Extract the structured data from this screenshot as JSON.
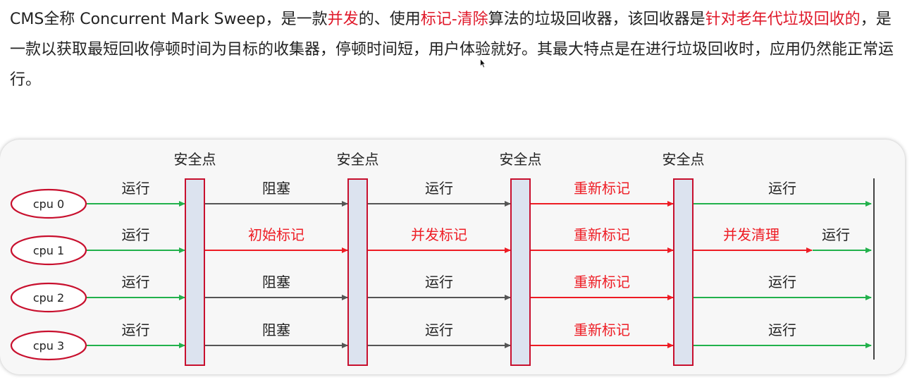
{
  "intro": {
    "segments": [
      {
        "text": "CMS全称 Concurrent Mark Sweep，是一款",
        "highlight": false
      },
      {
        "text": "并发",
        "highlight": true
      },
      {
        "text": "的、使用",
        "highlight": false
      },
      {
        "text": "标记-清除",
        "highlight": true
      },
      {
        "text": "算法的垃圾回收器，该回收器是",
        "highlight": false
      },
      {
        "text": "针对老年代垃圾回收的",
        "highlight": true
      },
      {
        "text": "，是一款以获取最短回收停顿时间为目标的收集器，停顿时间短，用户体验就好。其最大特点是在进行垃圾回收时，应用仍然能正常运行。",
        "highlight": false
      }
    ]
  },
  "diagram": {
    "colors": {
      "run": "#22b14c",
      "block": "#555555",
      "mark": "#ee1c24",
      "safepoint_fill": "#dce3ef",
      "safepoint_border": "#c8102e",
      "cpu_border": "#c8102e"
    },
    "safepoint_label": "安全点",
    "safepoint_count": 4,
    "cpus": [
      "cpu 0",
      "cpu 1",
      "cpu 2",
      "cpu 3"
    ],
    "phases": [
      [
        "运行",
        "阻塞",
        "运行",
        "重新标记",
        "运行"
      ],
      [
        "运行",
        "初始标记",
        "并发标记",
        "重新标记",
        "并发清理",
        "运行"
      ],
      [
        "运行",
        "阻塞",
        "运行",
        "重新标记",
        "运行"
      ],
      [
        "运行",
        "阻塞",
        "运行",
        "重新标记",
        "运行"
      ]
    ],
    "phase_kinds": [
      [
        "run",
        "block",
        "block",
        "mark",
        "run"
      ],
      [
        "run",
        "mark",
        "mark",
        "mark",
        "mark",
        "run"
      ],
      [
        "run",
        "block",
        "block",
        "mark",
        "run"
      ],
      [
        "run",
        "block",
        "block",
        "mark",
        "run"
      ]
    ]
  }
}
